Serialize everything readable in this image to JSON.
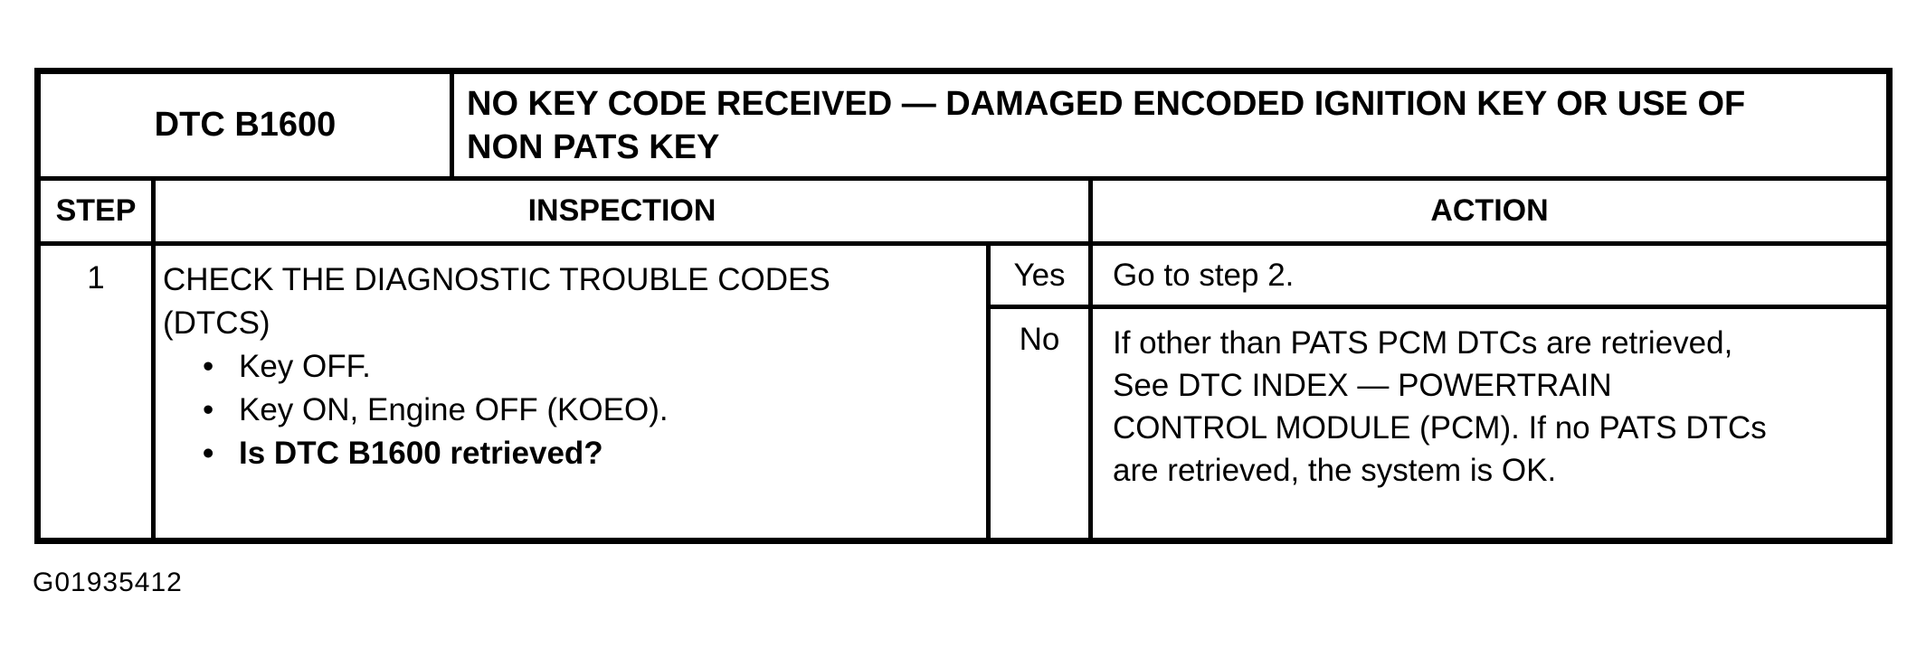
{
  "table": {
    "dtc_code": "DTC B1600",
    "title": "NO KEY CODE RECEIVED — DAMAGED ENCODED IGNITION KEY OR USE OF NON PATS KEY",
    "title_lines": [
      "NO KEY CODE RECEIVED — DAMAGED ENCODED IGNITION KEY OR USE OF",
      "NON PATS KEY"
    ],
    "headers": {
      "step": "STEP",
      "inspection": "INSPECTION",
      "action": "ACTION"
    },
    "rows": [
      {
        "step": "1",
        "inspection": {
          "heading": "CHECK THE DIAGNOSTIC TROUBLE CODES (DTCS)",
          "heading_lines": [
            "CHECK THE DIAGNOSTIC TROUBLE CODES",
            "(DTCS)"
          ],
          "bullets": [
            {
              "text": "Key OFF.",
              "bold": false
            },
            {
              "text": "Key ON, Engine OFF (KOEO).",
              "bold": false
            },
            {
              "text": "Is DTC B1600 retrieved?",
              "bold": true
            }
          ]
        },
        "outcomes": [
          {
            "answer": "Yes",
            "action": "Go to step 2.",
            "action_lines": [
              "Go to step 2."
            ]
          },
          {
            "answer": "No",
            "action": "If other than PATS PCM DTCs are retrieved, See DTC INDEX — POWERTRAIN CONTROL MODULE (PCM). If no PATS DTCs are retrieved, the system is OK.",
            "action_lines": [
              "If other than PATS PCM DTCs are retrieved,",
              "See DTC INDEX — POWERTRAIN",
              "CONTROL MODULE (PCM). If no PATS DTCs",
              "are retrieved, the system is OK."
            ]
          }
        ]
      }
    ]
  },
  "figure_id": "G01935412",
  "colors": {
    "ink": "#000000",
    "paper": "#ffffff"
  }
}
